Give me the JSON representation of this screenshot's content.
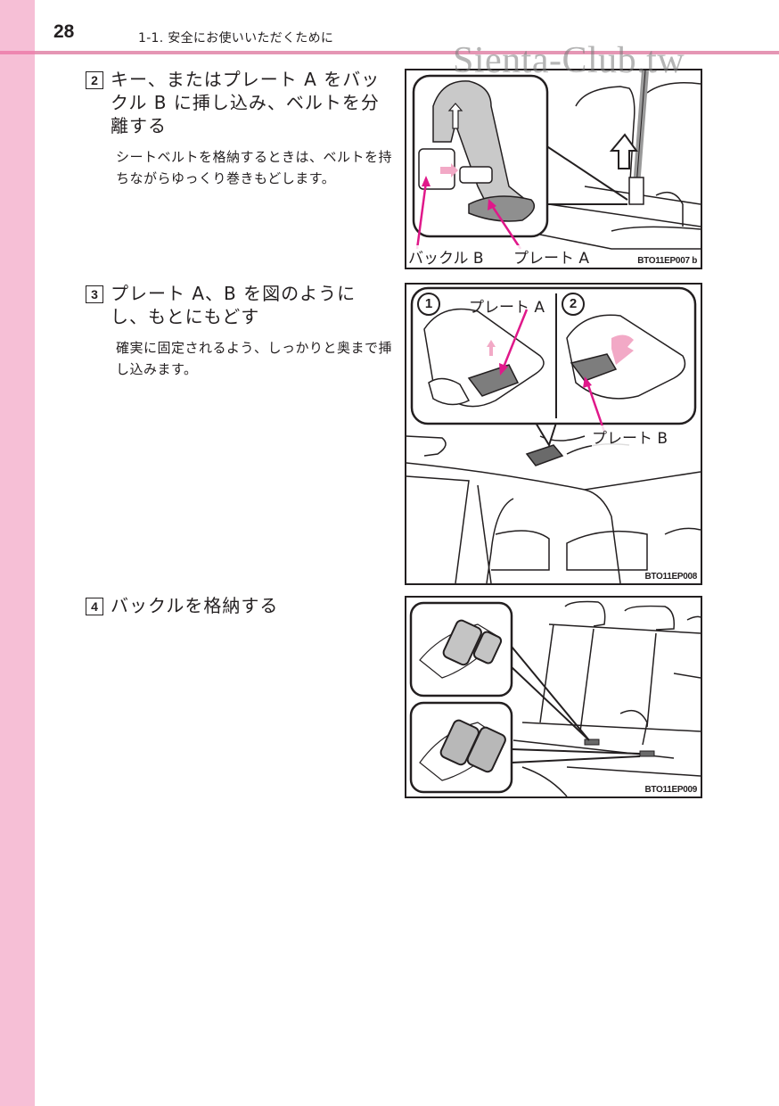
{
  "header": {
    "page_number": "28",
    "section_title": "1-1. 安全にお使いいただくために",
    "watermark": "Sienta-Club.tw"
  },
  "colors": {
    "side_tab": "#f6bfd6",
    "rule": "#e596b4",
    "callout_arrow": "#e0188a",
    "direction_arrow_pink": "#f2a9c6",
    "part_gray": "#9a9a9a"
  },
  "steps": [
    {
      "number": "2",
      "title": "キー、またはプレート A をバックル B に挿し込み、ベルトを分離する",
      "description": "シートベルトを格納するときは、ベルトを持ちながらゆっくり巻きもどします。"
    },
    {
      "number": "3",
      "title": "プレート A、B を図のようにし、もとにもどす",
      "description": "確実に固定されるよう、しっかりと奥まで挿し込みます。"
    },
    {
      "number": "4",
      "title": "バックルを格納する",
      "description": ""
    }
  ],
  "figures": [
    {
      "code": "BTO11EP007 b",
      "labels": {
        "buckle_b": "バックル B",
        "plate_a": "プレート A"
      },
      "icons": [
        "seatbelt-icon",
        "up-arrow-icon",
        "callout-arrow-icon"
      ]
    },
    {
      "code": "BTO11EP008",
      "sub_panels": [
        "1",
        "2"
      ],
      "labels": {
        "plate_a": "プレート A",
        "plate_b": "プレート B"
      },
      "icons": [
        "ceiling-holder-icon",
        "callout-arrow-icon"
      ]
    },
    {
      "code": "BTO11EP009",
      "icons": [
        "buckle-stowed-icon",
        "rear-seat-icon"
      ]
    }
  ]
}
